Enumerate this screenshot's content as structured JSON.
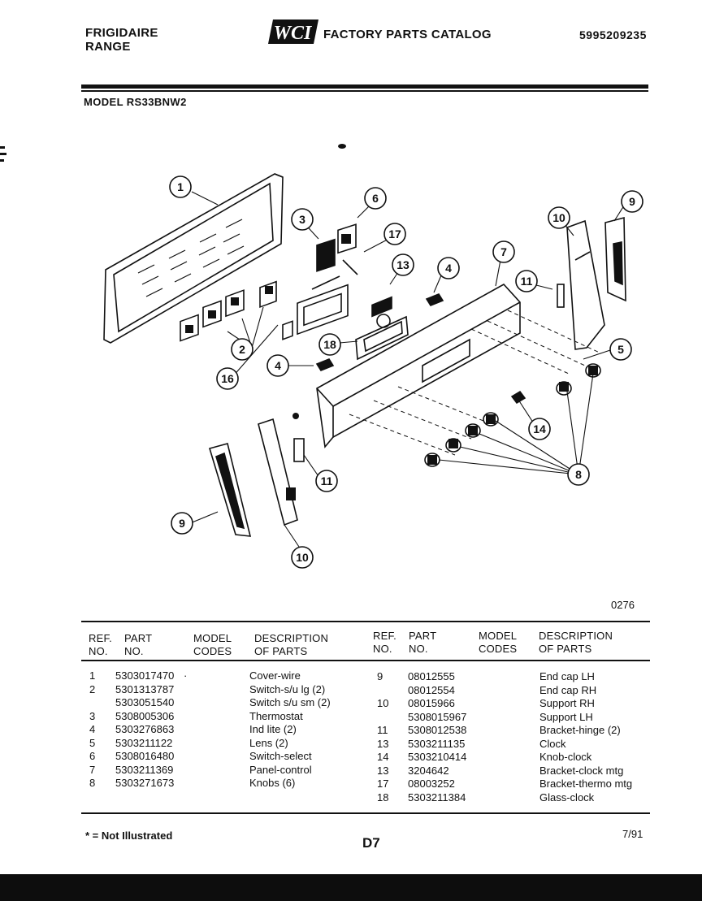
{
  "header": {
    "brand": "FRIGIDAIRE",
    "product": "RANGE",
    "logo_text": "WCI",
    "catalog_title": "FACTORY PARTS CATALOG",
    "catalog_number": "5995209235"
  },
  "model_line": "MODEL RS33BNW2",
  "figure_code": "0276",
  "callouts": [
    "1",
    "2",
    "3",
    "4",
    "4",
    "5",
    "6",
    "7",
    "8",
    "9",
    "9",
    "10",
    "10",
    "11",
    "11",
    "13",
    "14",
    "16",
    "17",
    "18"
  ],
  "table": {
    "columns": [
      "REF. NO.",
      "PART NO.",
      "MODEL CODES",
      "DESCRIPTION OF PARTS"
    ],
    "left_rows": [
      {
        "ref": "1",
        "part": "5303017470",
        "mark": "·",
        "desc": "Cover-wire"
      },
      {
        "ref": "2",
        "part": "5301313787",
        "desc": "Switch-s/u lg (2)"
      },
      {
        "ref": "",
        "part": "5303051540",
        "desc": "Switch s/u sm (2)"
      },
      {
        "ref": "3",
        "part": "5308005306",
        "desc": "Thermostat"
      },
      {
        "ref": "4",
        "part": "5303276863",
        "desc": "Ind lite (2)"
      },
      {
        "ref": "5",
        "part": "5303211122",
        "desc": "Lens (2)"
      },
      {
        "ref": "6",
        "part": "5308016480",
        "desc": "Switch-select"
      },
      {
        "ref": "7",
        "part": "5303211369",
        "desc": "Panel-control"
      },
      {
        "ref": "8",
        "part": "5303271673",
        "desc": "Knobs (6)"
      }
    ],
    "right_rows": [
      {
        "ref": "9",
        "part": "08012555",
        "desc": "End cap LH"
      },
      {
        "ref": "",
        "part": "08012554",
        "desc": "End cap RH"
      },
      {
        "ref": "10",
        "part": "08015966",
        "desc": "Support RH"
      },
      {
        "ref": "",
        "part": "5308015967",
        "desc": "Support LH"
      },
      {
        "ref": "11",
        "part": "5308012538",
        "desc": "Bracket-hinge (2)"
      },
      {
        "ref": "13",
        "part": "5303211135",
        "desc": "Clock"
      },
      {
        "ref": "14",
        "part": "5303210414",
        "desc": "Knob-clock"
      },
      {
        "ref": "13",
        "part": "3204642",
        "desc": "Bracket-clock mtg"
      },
      {
        "ref": "17",
        "part": "08003252",
        "desc": "Bracket-thermo mtg"
      },
      {
        "ref": "18",
        "part": "5303211384",
        "desc": "Glass-clock"
      }
    ]
  },
  "footer": {
    "note": "* = Not Illustrated",
    "page_id": "D7",
    "date": "7/91"
  }
}
